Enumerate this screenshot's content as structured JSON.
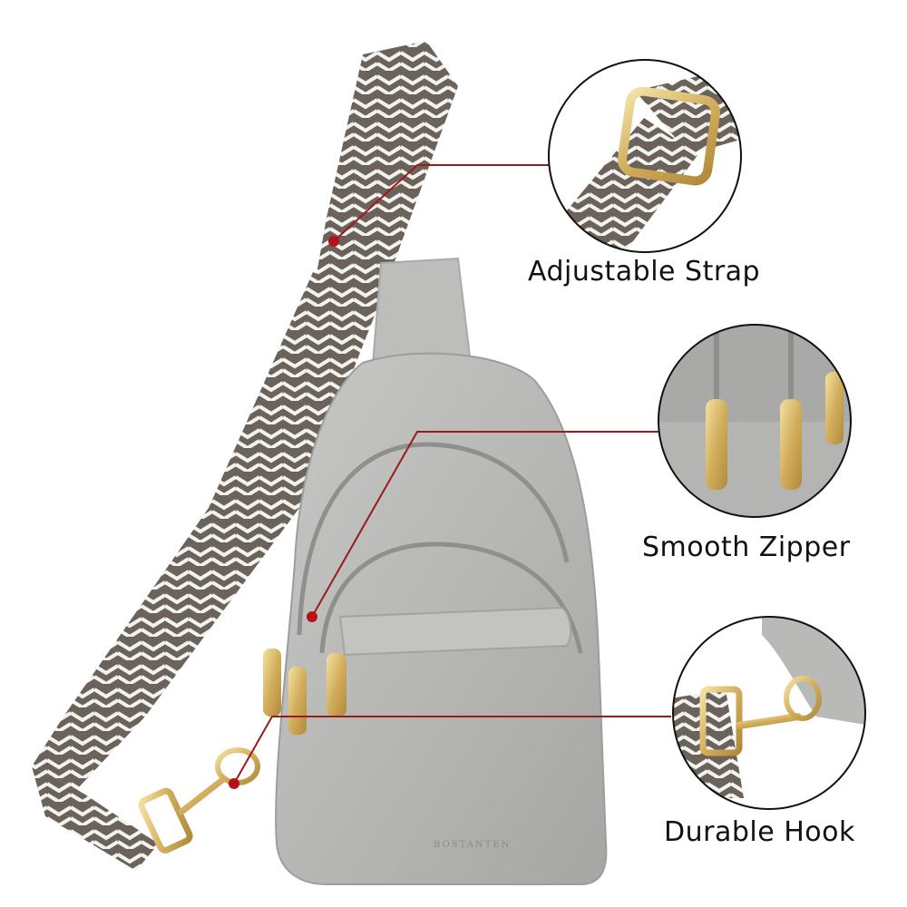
{
  "features": [
    {
      "id": "strap",
      "label": "Adjustable Strap"
    },
    {
      "id": "zipper",
      "label": "Smooth Zipper"
    },
    {
      "id": "hook",
      "label": "Durable Hook"
    }
  ],
  "brand": {
    "logo_text": "BOSTANTEN"
  },
  "colors": {
    "bag": "#b9b9b7",
    "bag_shade": "#a3a3a1",
    "strap_dark": "#6b625c",
    "strap_light": "#f2f2ee",
    "hardware_gold": "#d8b86a",
    "pointer_red": "#9b1b1b",
    "circle_border": "#111111"
  },
  "icons": [
    "pointer-dot-icon"
  ]
}
